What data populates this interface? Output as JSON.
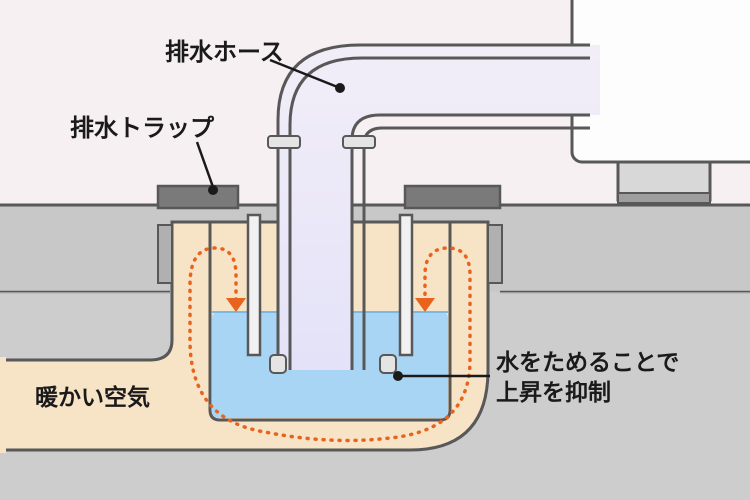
{
  "labels": {
    "drain_hose": "排水ホース",
    "drain_trap": "排水トラップ",
    "water_seal_line1": "水をためることで",
    "water_seal_line2": "上昇を抑制",
    "warm_air": "暖かい空気"
  },
  "icons": {
    "airflow": "dotted-arrow-icon"
  },
  "colors": {
    "background": "#f7f0f2",
    "floor": "#c8c8c8",
    "floor_dark": "#9e9e9e",
    "pipe_outline": "#585858",
    "warm_air": "#f7e3c6",
    "water": "#a9d5f5",
    "airflow": "#e8641e",
    "machine": "#fdfdfd"
  }
}
